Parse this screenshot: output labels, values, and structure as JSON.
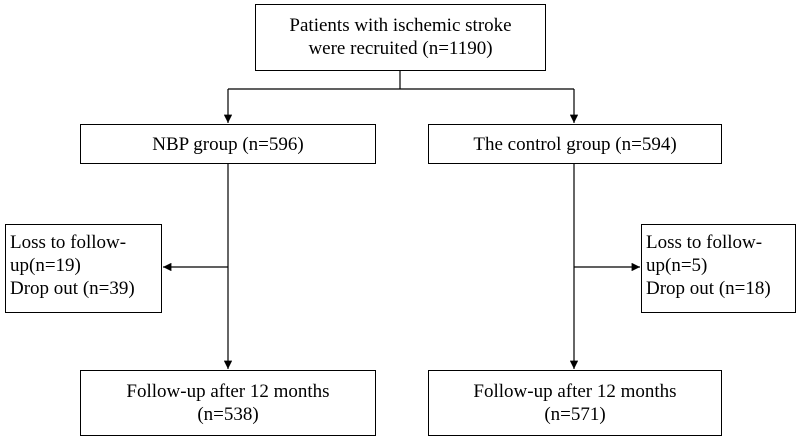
{
  "boxes": {
    "recruited": {
      "lines": [
        "Patients with ischemic stroke",
        "were recruited (n=1190)"
      ]
    },
    "nbp_group": {
      "lines": [
        "NBP group (n=596)"
      ]
    },
    "control_group": {
      "lines": [
        "The control group (n=594)"
      ]
    },
    "nbp_loss": {
      "lines": [
        "Loss to follow-",
        "up(n=19)",
        "Drop out (n=39)"
      ]
    },
    "control_loss": {
      "lines": [
        "Loss to follow-",
        "up(n=5)",
        "Drop out (n=18)"
      ]
    },
    "nbp_followup": {
      "lines": [
        "Follow-up after 12 months",
        "(n=538)"
      ]
    },
    "control_followup": {
      "lines": [
        "Follow-up after 12 months",
        "(n=571)"
      ]
    }
  }
}
